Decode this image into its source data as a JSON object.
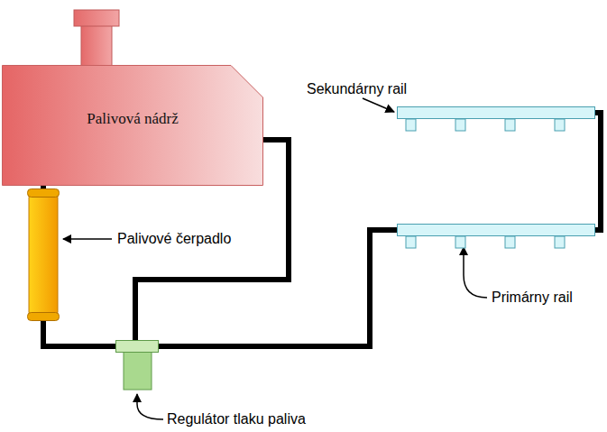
{
  "diagram": {
    "nodes": [
      {
        "text": [
          "Palivová nádrž"
        ]
      },
      {
        "text": [
          "Sekundárny rail"
        ]
      },
      {
        "text": [
          "Palivové čerpadlo"
        ]
      },
      {
        "text": [
          "Primárny rail"
        ]
      },
      {
        "text": [
          "Regulátor tlaku paliva"
        ]
      }
    ],
    "edges": [
      {
        "from": 0,
        "to": 2,
        "arrow": "none"
      },
      {
        "from": 2,
        "to": 4,
        "arrow": "none"
      },
      {
        "from": 4,
        "to": 0,
        "arrow": "none"
      },
      {
        "from": 4,
        "to": 3,
        "arrow": "none"
      },
      {
        "from": 3,
        "to": 1,
        "arrow": "none"
      }
    ]
  }
}
